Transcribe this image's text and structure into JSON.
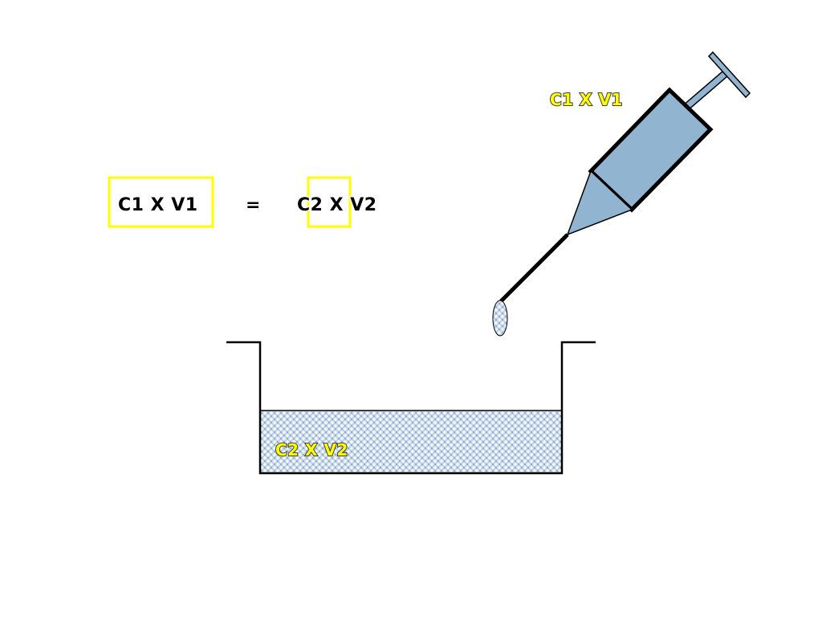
{
  "equation": {
    "left": "C1 X V1",
    "operator": "=",
    "right": "C2 X V2"
  },
  "syringe": {
    "label": "C1 X V1"
  },
  "container": {
    "label": "C2 X V2"
  },
  "colors": {
    "highlight_box": "#ffff00",
    "syringe_fill": "#91b4d1",
    "liquid_fill": "#c4d6e6",
    "label_text": "#ffff00",
    "outline": "#000000"
  }
}
